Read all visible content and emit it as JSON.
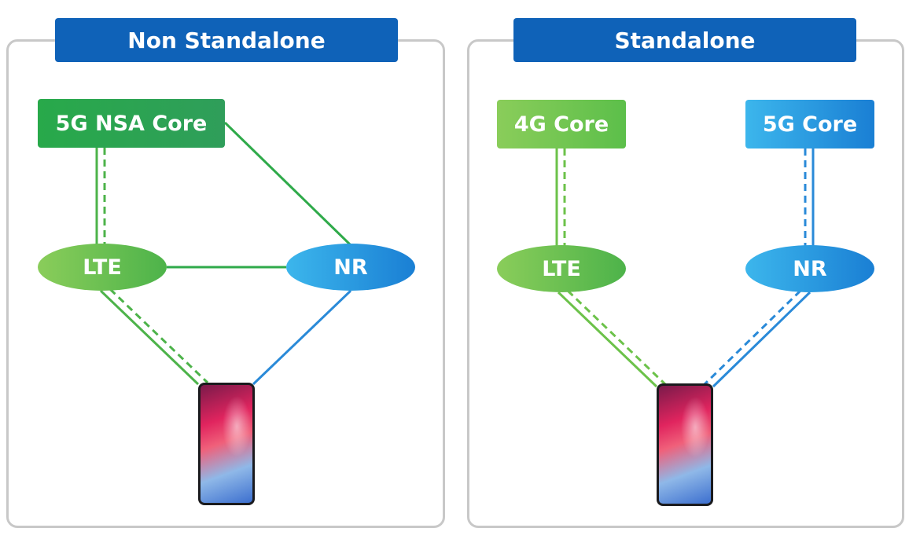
{
  "left_panel": {
    "title": "Non Standalone",
    "core": "5G NSA Core",
    "node_lte": "LTE",
    "node_nr": "NR"
  },
  "right_panel": {
    "title": "Standalone",
    "core_4g": "4G Core",
    "core_5g": "5G Core",
    "node_lte": "LTE",
    "node_nr": "NR"
  },
  "colors": {
    "title_bar": "#0f62b8",
    "green_link": "#4db34a",
    "blue_link": "#2a8ad8",
    "panel_border": "#c8c8c8"
  },
  "icons": [
    "smartphone-icon",
    "smartphone-icon"
  ]
}
